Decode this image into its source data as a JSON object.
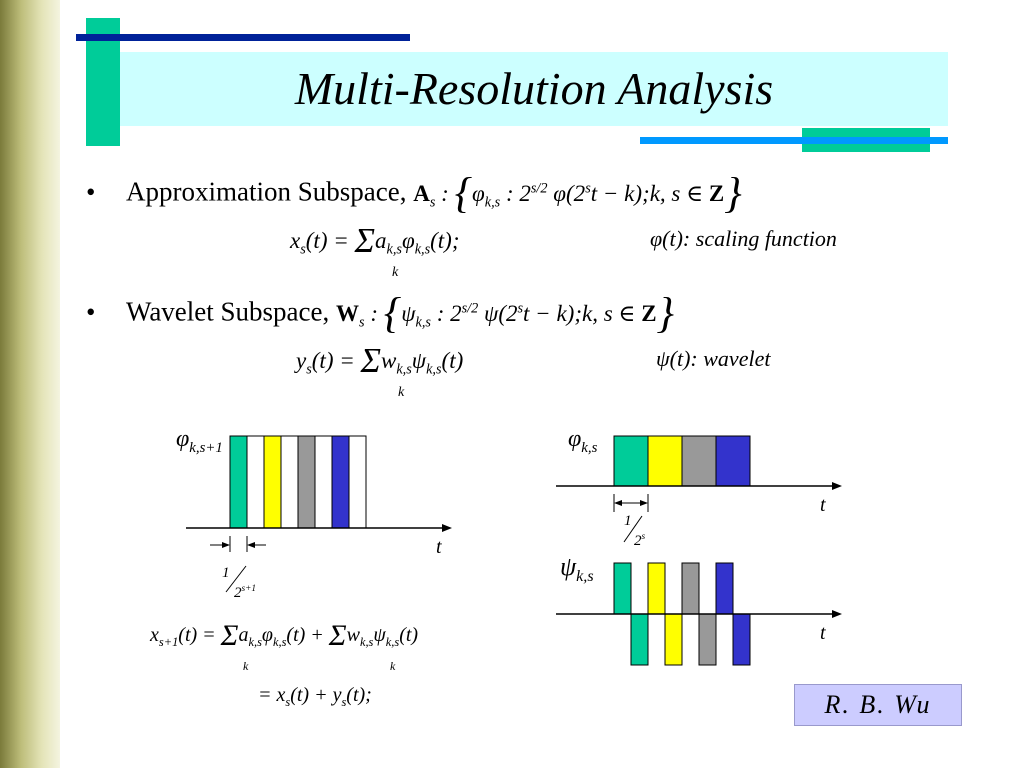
{
  "slide": {
    "title": "Multi-Resolution Analysis",
    "signature": "R. B. Wu"
  },
  "bullets": [
    {
      "label": "Approximation Subspace,",
      "space_symbol": "A",
      "set_element": "φ",
      "inner_fn": "φ",
      "equation_lhs": "x",
      "coef": "a",
      "basis": "φ",
      "note": "φ(t): scaling function"
    },
    {
      "label": "Wavelet Subspace,",
      "space_symbol": "W",
      "set_element": "ψ",
      "inner_fn": "ψ",
      "equation_lhs": "y",
      "coef": "w",
      "basis": "ψ",
      "note": "ψ(t): wavelet"
    }
  ],
  "diagram": {
    "left_label_symbol": "φ",
    "left_label_sub": "k,s+1",
    "right_top_symbol": "φ",
    "right_top_sub": "k,s",
    "right_bottom_symbol": "ψ",
    "right_bottom_sub": "k,s",
    "axis_label": "t",
    "left_width_den": "2",
    "left_width_exp": "s+1",
    "right_width_den": "2",
    "right_width_exp": "s",
    "width_num": "1",
    "colors": {
      "teal": "#00cc99",
      "yellow": "#ffff00",
      "gray": "#999999",
      "blue": "#3333cc",
      "white": "#ffffff"
    }
  }
}
